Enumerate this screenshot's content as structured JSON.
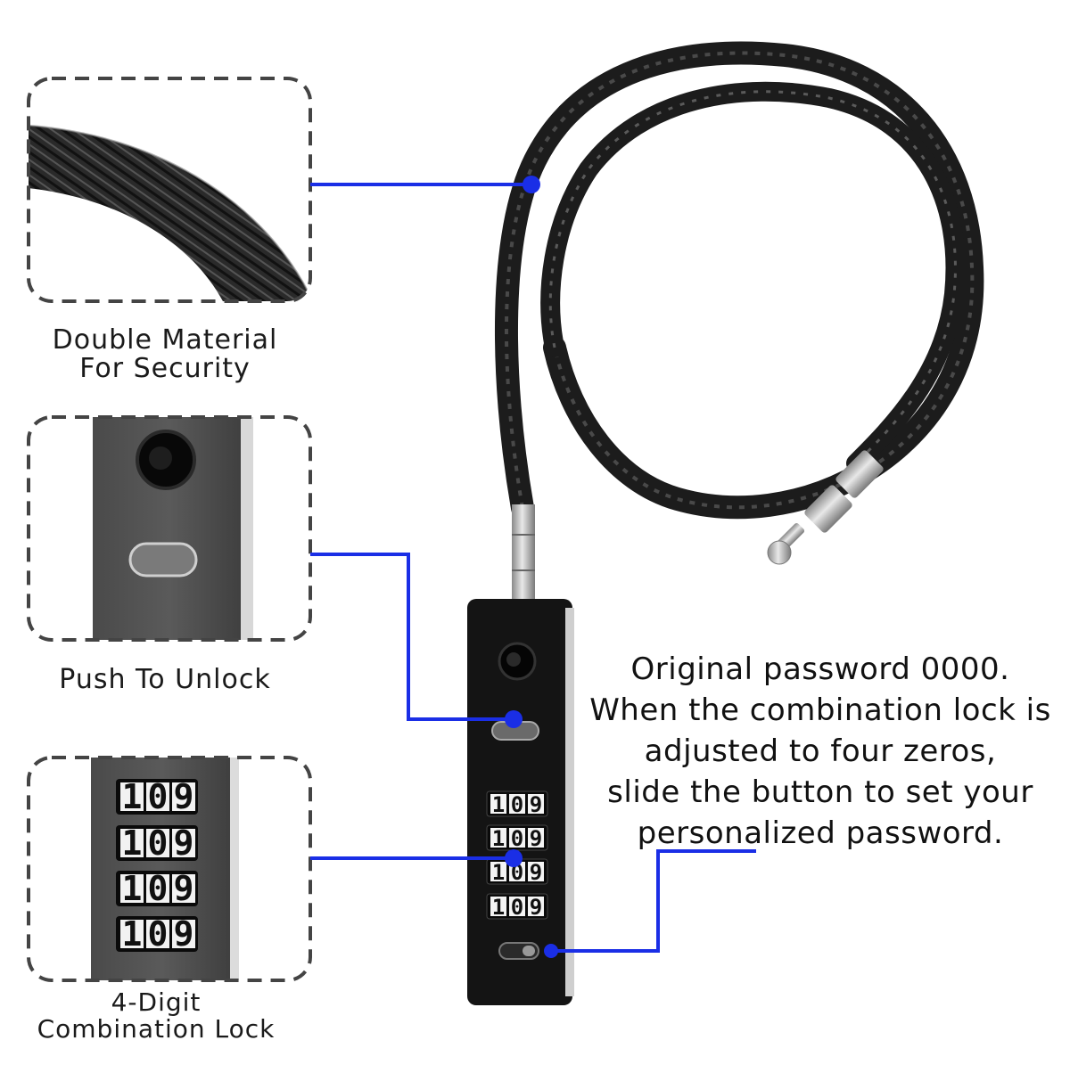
{
  "features": [
    {
      "caption_line1": "Double Material",
      "caption_line2": "For Security"
    },
    {
      "caption_line1": "Push To Unlock"
    },
    {
      "caption_line1": "4-Digit",
      "caption_line2": "Combination Lock"
    }
  ],
  "note": {
    "lines": [
      "Original password 0000.",
      "When the combination lock is",
      "adjusted to four zeros,",
      "slide the button to set your",
      "personalized password."
    ]
  },
  "dial_digits": [
    "1",
    "0",
    "9"
  ],
  "colors": {
    "callout": "#1a2ee6",
    "lock_body": "#121212",
    "frame_dash": "#444444"
  }
}
